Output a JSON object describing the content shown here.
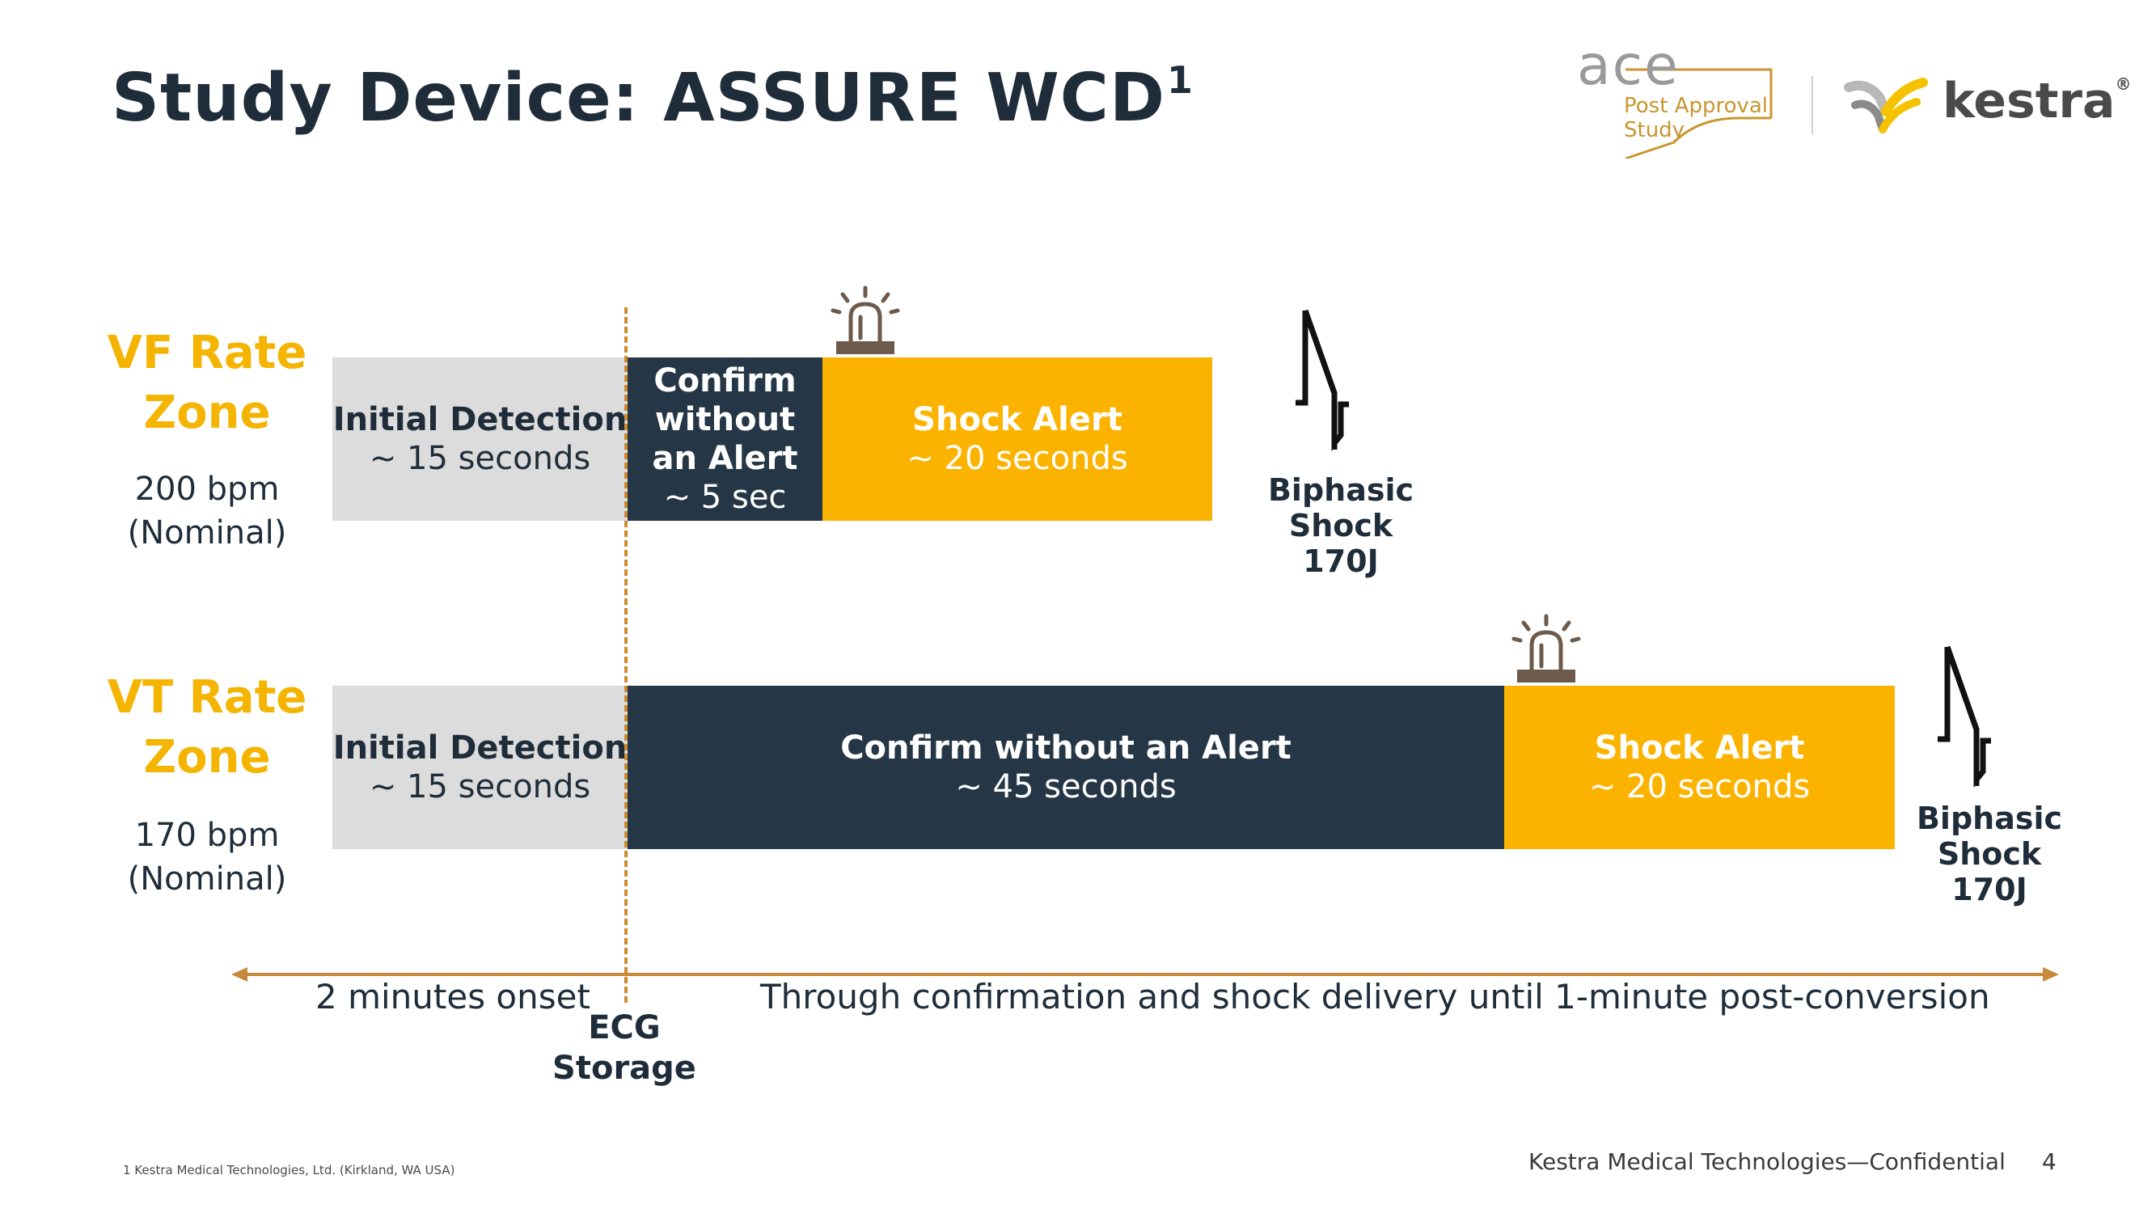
{
  "slide": {
    "title": "Study Device: ASSURE WCD",
    "title_superscript": "1",
    "footnote": "1 Kestra Medical Technologies, Ltd. (Kirkland, WA USA)",
    "confidential": "Kestra Medical Technologies—Confidential",
    "page_number": "4"
  },
  "logos": {
    "ace_word": "ace",
    "ace_line1": "Post Approval",
    "ace_line2": "Study",
    "kestra_word": "kestra",
    "kestra_mark": "®"
  },
  "vf": {
    "zone_line1": "VF Rate",
    "zone_line2": "Zone",
    "bpm": "200 bpm",
    "nominal": "(Nominal)",
    "initial_title": "Initial Detection",
    "initial_sub": "~ 15 seconds",
    "confirm_line1": "Confirm",
    "confirm_line2": "without",
    "confirm_line3": "an Alert",
    "confirm_sub": "~ 5 sec",
    "shock_title": "Shock Alert",
    "shock_sub": "~ 20 seconds",
    "biphasic_line1": "Biphasic",
    "biphasic_line2": "Shock",
    "biphasic_line3": "170J"
  },
  "vt": {
    "zone_line1": "VT Rate",
    "zone_line2": "Zone",
    "bpm": "170 bpm",
    "nominal": "(Nominal)",
    "initial_title": "Initial Detection",
    "initial_sub": "~ 15 seconds",
    "confirm_title": "Confirm without an Alert",
    "confirm_sub": "~ 45 seconds",
    "shock_title": "Shock Alert",
    "shock_sub": "~ 20 seconds",
    "biphasic_line1": "Biphasic",
    "biphasic_line2": "Shock",
    "biphasic_line3": "170J"
  },
  "timeline": {
    "left_text": "2 minutes onset",
    "right_text": "Through confirmation and shock delivery until 1-minute post-conversion",
    "ecg_line1": "ECG",
    "ecg_line2": "Storage"
  },
  "colors": {
    "gold": "#fcb300",
    "navy": "#253746",
    "gray": "#dcdcdc",
    "arrow": "#c8893a",
    "ace_gold": "#c8962f"
  },
  "icons": [
    "siren-icon",
    "shock-zigzag-icon"
  ]
}
